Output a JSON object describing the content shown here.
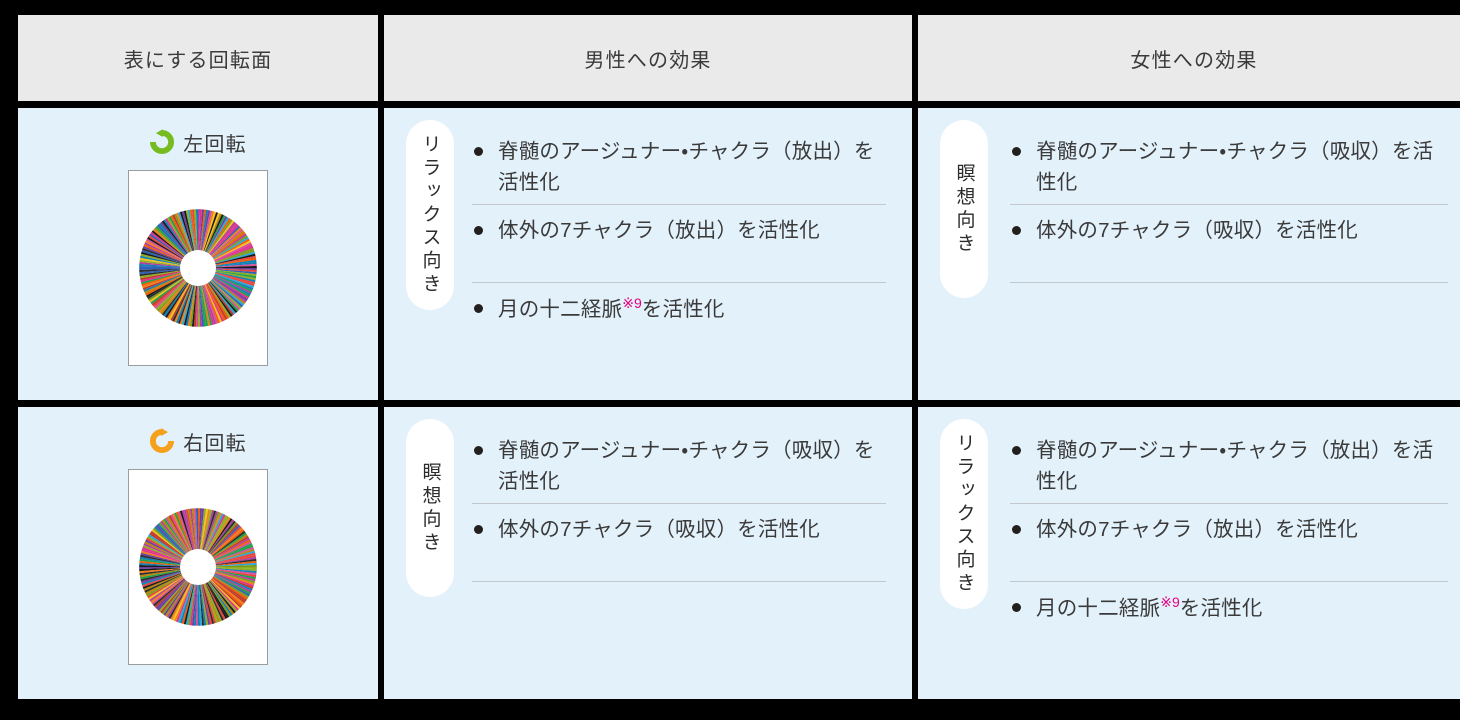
{
  "colors": {
    "page_background": "#000000",
    "header_background": "#eaeaea",
    "cell_background": "#e3f1fb",
    "pill_background": "#ffffff",
    "footnote_marker": "#e6007e",
    "left_rotation_icon": "#76bc21",
    "right_rotation_icon": "#f5a11b",
    "text": "#3a3a3a",
    "divider": "#c2c8cc"
  },
  "headers": [
    {
      "label": "表にする回転面"
    },
    {
      "label": "男性への効果"
    },
    {
      "label": "女性への効果"
    }
  ],
  "rows": [
    {
      "rotation": {
        "label": "左回転",
        "icon": "rotate-counterclockwise-icon",
        "icon_color": "#76bc21",
        "direction": "counter-clockwise",
        "disc_alt": "カラー放射ディスク"
      },
      "male": {
        "tag": "リラックス向き",
        "items": [
          {
            "text": "脊髄のアージュナー・チャクラ（放出）を活性化",
            "footnote": ""
          },
          {
            "text": "体外の7チャクラ（放出）を活性化",
            "footnote": ""
          },
          {
            "text_before": "月の十二経脈",
            "footnote": "※9",
            "text_after": "を活性化"
          }
        ]
      },
      "female": {
        "tag": "瞑想向き",
        "items": [
          {
            "text": "脊髄のアージュナー・チャクラ（吸収）を活性化",
            "footnote": ""
          },
          {
            "text": "体外の7チャクラ（吸収）を活性化",
            "footnote": ""
          }
        ]
      }
    },
    {
      "rotation": {
        "label": "右回転",
        "icon": "rotate-clockwise-icon",
        "icon_color": "#f5a11b",
        "direction": "clockwise",
        "disc_alt": "カラー放射ディスク"
      },
      "male": {
        "tag": "瞑想向き",
        "items": [
          {
            "text": "脊髄のアージュナー・チャクラ（吸収）を活性化",
            "footnote": ""
          },
          {
            "text": "体外の7チャクラ（吸収）を活性化",
            "footnote": ""
          }
        ]
      },
      "female": {
        "tag": "リラックス向き",
        "items": [
          {
            "text": "脊髄のアージュナー・チャクラ（放出）を活性化",
            "footnote": ""
          },
          {
            "text": "体外の7チャクラ（放出）を活性化",
            "footnote": ""
          },
          {
            "text_before": "月の十二経脈",
            "footnote": "※9",
            "text_after": "を活性化"
          }
        ]
      }
    }
  ]
}
